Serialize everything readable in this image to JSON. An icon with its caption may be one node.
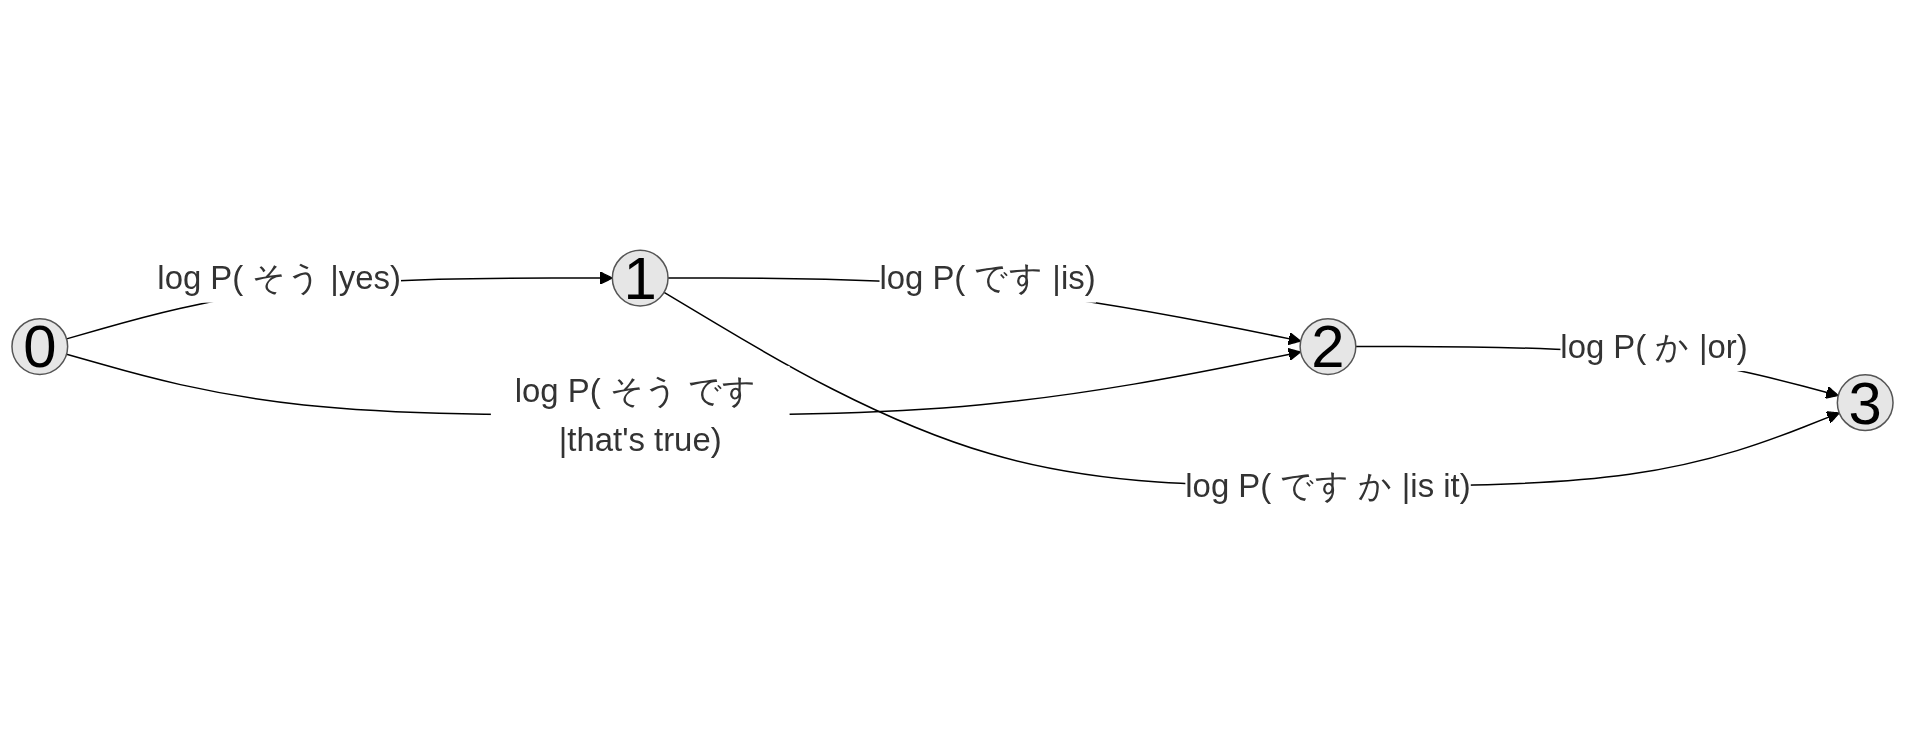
{
  "diagram": {
    "nodes": [
      {
        "text": [
          "0"
        ]
      },
      {
        "text": [
          "1"
        ]
      },
      {
        "text": [
          "2"
        ]
      },
      {
        "text": [
          "3"
        ]
      }
    ],
    "edges": [
      {
        "from": 0,
        "to": 1,
        "arrow": "to",
        "label": "log P( そう |yes)"
      },
      {
        "from": 1,
        "to": 2,
        "arrow": "to",
        "label": "log P( です |is)"
      },
      {
        "from": 2,
        "to": 3,
        "arrow": "to",
        "label": "log P( か |or)"
      },
      {
        "from": 0,
        "to": 2,
        "arrow": "to",
        "label": "log P( そう です |that's true)"
      },
      {
        "from": 1,
        "to": 3,
        "arrow": "to",
        "label": "log P( です か |is it)"
      }
    ]
  }
}
